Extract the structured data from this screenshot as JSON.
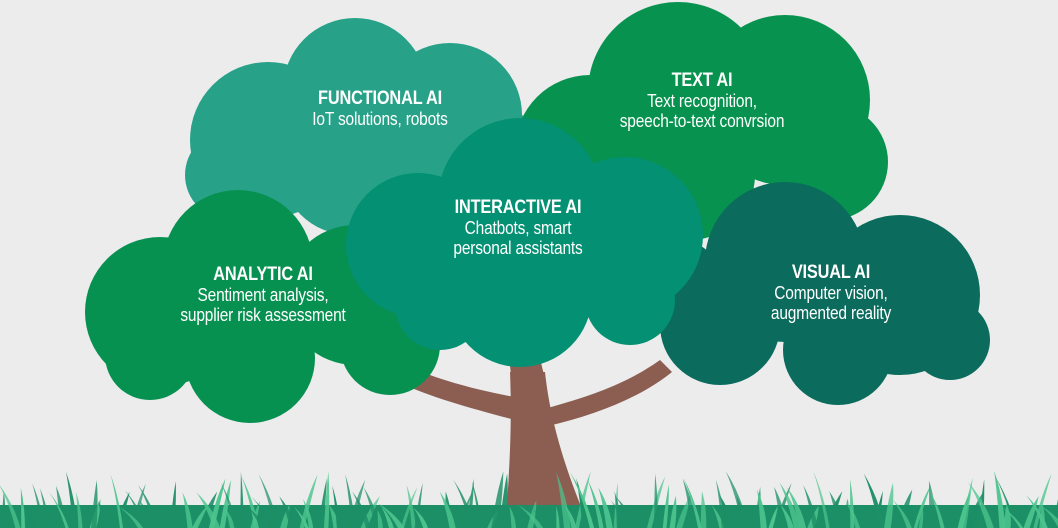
{
  "colors": {
    "background": "#ececec",
    "trunk": "#8c5e52",
    "functional": "#27a288",
    "text": "#07924f",
    "interactive": "#049073",
    "analytic": "#079151",
    "visual": "#0b6b5c",
    "grass_light": "#4cc48e",
    "grass_dark": "#1d8f66",
    "label_text": "#ffffff"
  },
  "clouds": {
    "functional": {
      "title": "FUNCTIONAL AI",
      "lines": [
        "IoT solutions, robots"
      ]
    },
    "text": {
      "title": "TEXT AI",
      "lines": [
        "Text recognition,",
        "speech-to-text convrsion"
      ]
    },
    "interactive": {
      "title": "INTERACTIVE AI",
      "lines": [
        "Chatbots, smart",
        "personal assistants"
      ]
    },
    "analytic": {
      "title": "ANALYTIC AI",
      "lines": [
        "Sentiment analysis,",
        "supplier risk assessment"
      ]
    },
    "visual": {
      "title": "VISUAL AI",
      "lines": [
        "Computer vision,",
        "augmented reality"
      ]
    }
  }
}
